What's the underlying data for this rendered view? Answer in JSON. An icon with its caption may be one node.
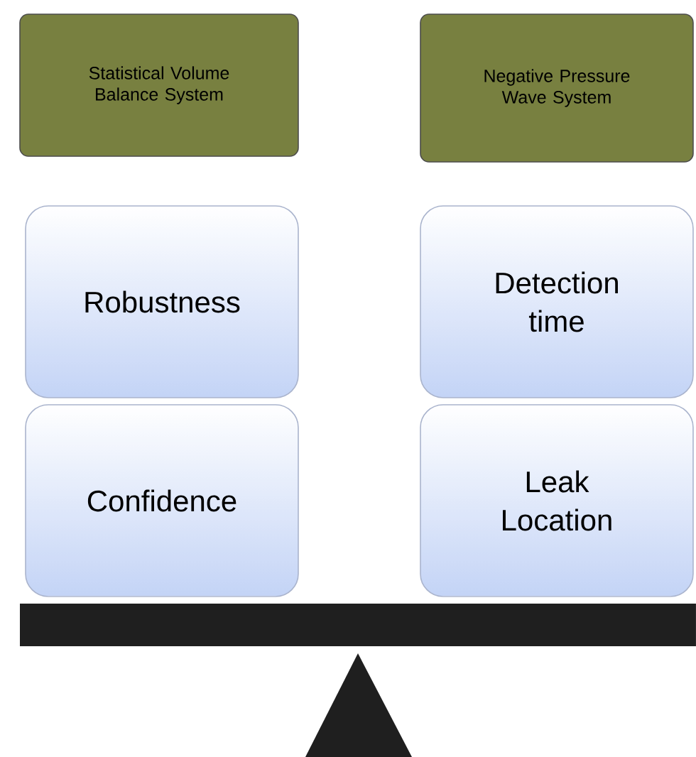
{
  "diagram": {
    "nodes": [
      {
        "text": [
          "Statistical Volume Balance System"
        ]
      },
      {
        "text": [
          "Negative Pressure Wave System"
        ]
      },
      {
        "text": [
          "Robustness"
        ]
      },
      {
        "text": [
          "Detection time"
        ]
      },
      {
        "text": [
          "Confidence"
        ]
      },
      {
        "text": [
          "Leak Location"
        ]
      }
    ]
  }
}
